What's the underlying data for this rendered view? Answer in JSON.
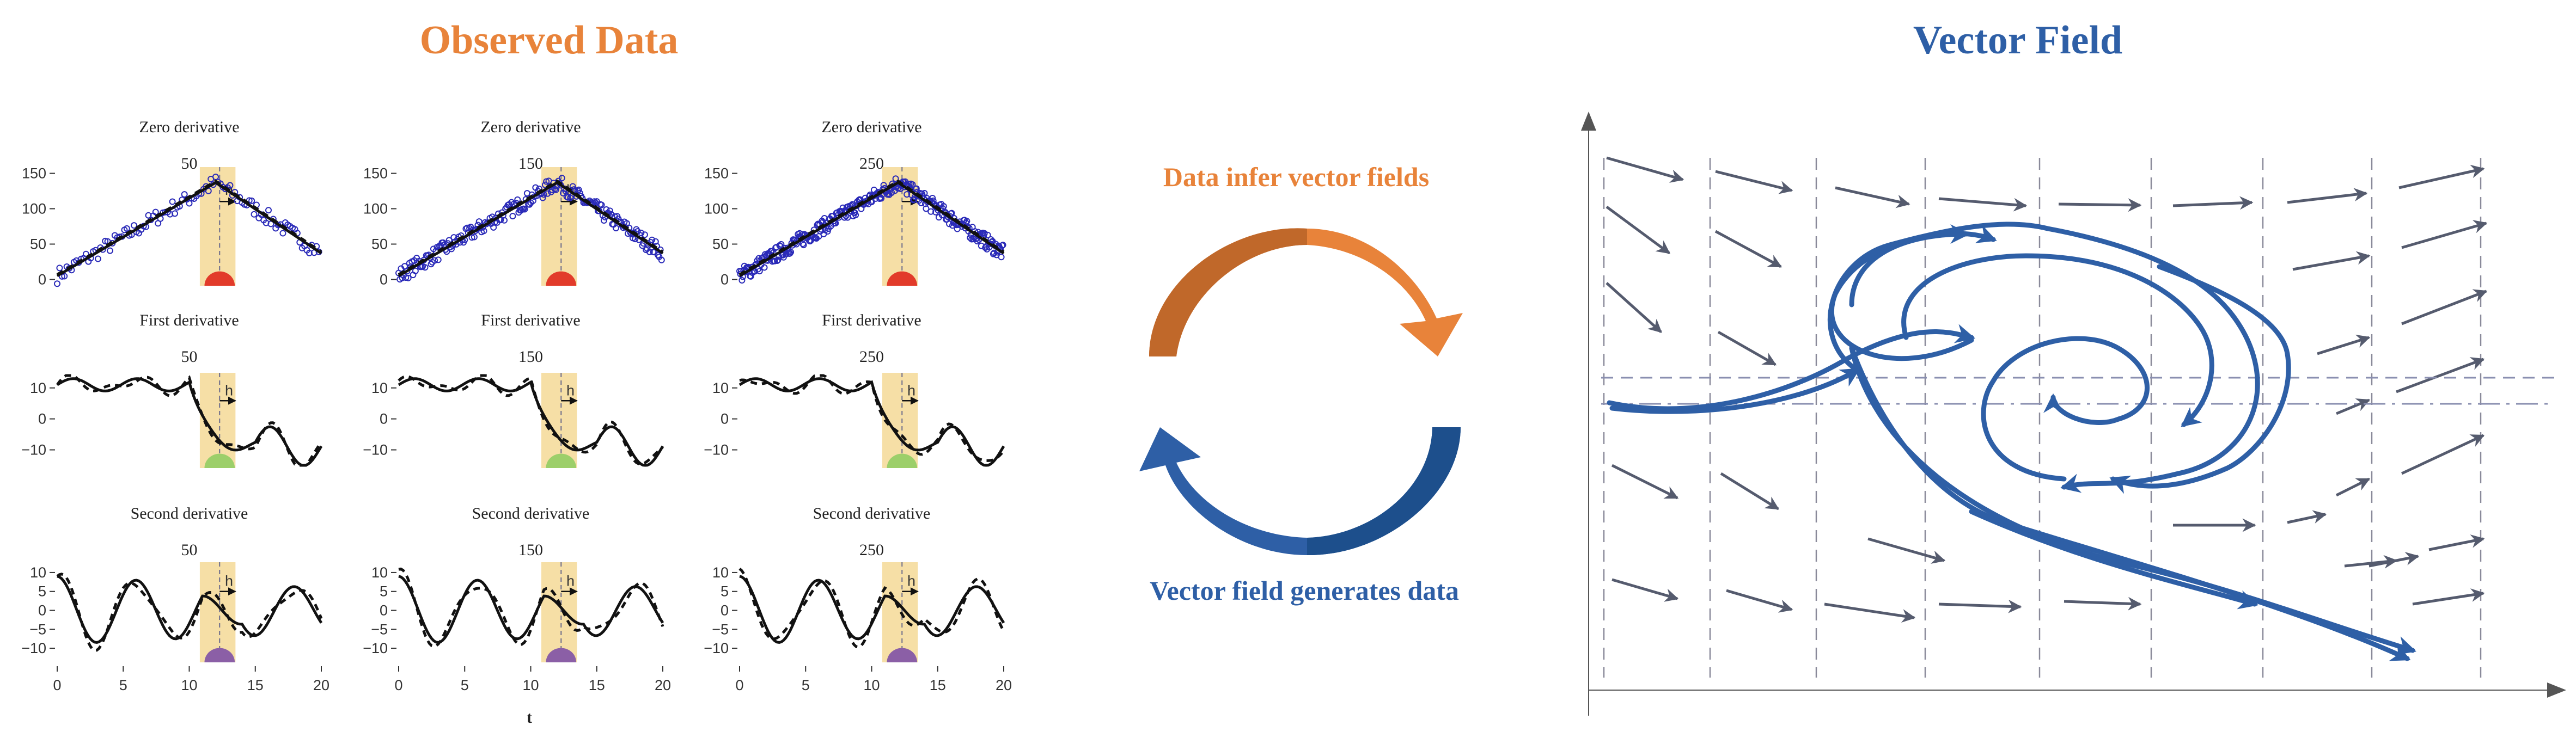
{
  "header": {
    "observed_title": "Observed Data",
    "vector_title": "Vector Field"
  },
  "cycle": {
    "infer_label": "Data infer vector fields",
    "generate_label": "Vector field generates data"
  },
  "colors": {
    "orange": "#e8833a",
    "orange_dark": "#c0682a",
    "blue": "#2e5fa6",
    "blue_dark": "#1d4f8c",
    "arrow_gray": "#555b6e",
    "window": "#f6dfa6",
    "red": "#e23b2a",
    "green": "#9ccf6a",
    "purple": "#8b5fa6"
  },
  "panels": {
    "rows": [
      {
        "title": "Zero derivative",
        "yticks": [
          "150",
          "100",
          "50",
          "0"
        ]
      },
      {
        "title": "First derivative",
        "yticks": [
          "10",
          "0",
          "−10"
        ]
      },
      {
        "title": "Second derivative",
        "yticks": [
          "10",
          "5",
          "0",
          "−5",
          "−10"
        ]
      }
    ],
    "columns": [
      "50",
      "150",
      "250"
    ],
    "xticks": [
      "0",
      "5",
      "10",
      "15",
      "20"
    ],
    "xlabel": "t",
    "h_label": "h"
  }
}
